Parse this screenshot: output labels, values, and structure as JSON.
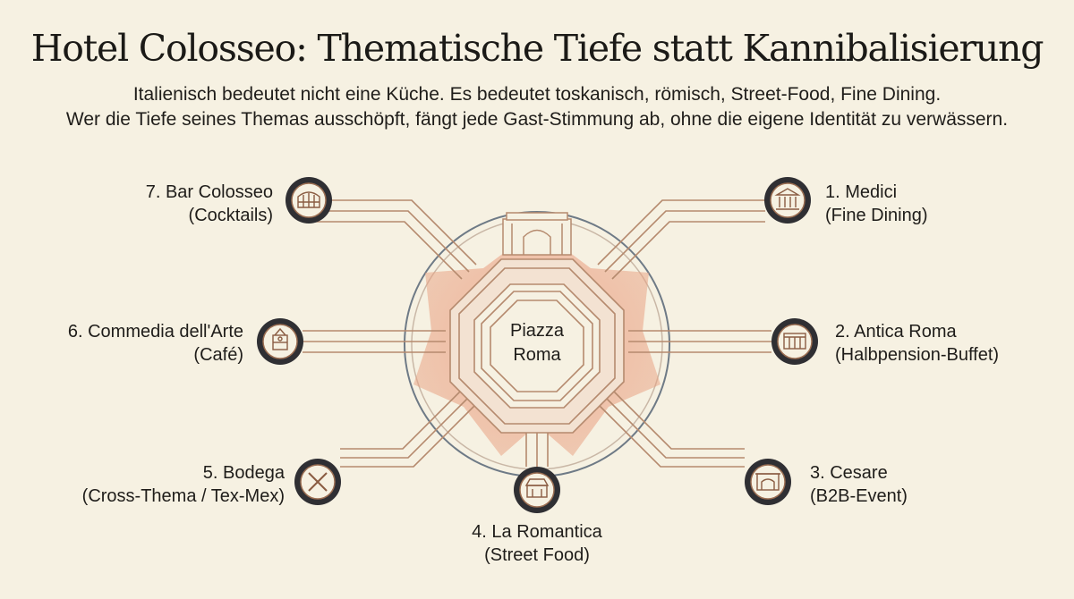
{
  "title": "Hotel Colosseo: Thematische Tiefe statt Kannibalisierung",
  "subtitle": {
    "line1": "Italienisch bedeutet nicht eine Küche. Es bedeutet toskanisch, römisch, Street-Food, Fine Dining.",
    "line2": "Wer die Tiefe seines Themas ausschöpft, fängt jede Gast-Stimmung ab, ohne die eigene Identität zu verwässern."
  },
  "hub": {
    "line1": "Piazza",
    "line2": "Roma"
  },
  "nodes": [
    {
      "name": "1. Medici",
      "detail": "(Fine Dining)",
      "icon": "temple-icon"
    },
    {
      "name": "2. Antica Roma",
      "detail": "(Halbpension-Buffet)",
      "icon": "buffet-icon"
    },
    {
      "name": "3. Cesare",
      "detail": "(B2B-Event)",
      "icon": "arch-building-icon"
    },
    {
      "name": "4. La Romantica",
      "detail": "(Street Food)",
      "icon": "food-stand-icon"
    },
    {
      "name": "5. Bodega",
      "detail": "(Cross-Thema / Tex-Mex)",
      "icon": "crossed-utensils-icon"
    },
    {
      "name": "6. Commedia dell'Arte",
      "detail": "(Café)",
      "icon": "cafe-icon"
    },
    {
      "name": "7. Bar Colosseo",
      "detail": "(Cocktails)",
      "icon": "colosseum-icon"
    }
  ],
  "colors": {
    "background": "#f6f1e2",
    "line": "#b58a6e",
    "accent": "#e8a283",
    "ring": "#3a3a3e",
    "text": "#1f1d1a"
  }
}
